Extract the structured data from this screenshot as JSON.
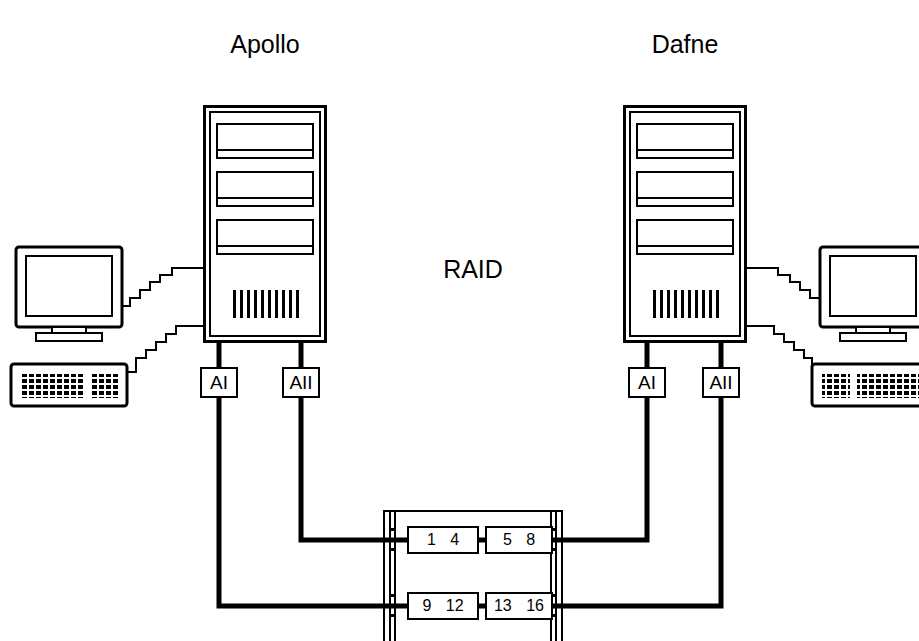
{
  "diagram": {
    "nodes": [
      {
        "text": [
          "Apollo"
        ]
      },
      {
        "text": [
          "AI"
        ]
      },
      {
        "text": [
          "AII"
        ]
      },
      {
        "text": [
          "Dafne"
        ]
      },
      {
        "text": [
          "AI"
        ]
      },
      {
        "text": [
          "AII"
        ]
      },
      {
        "text": [
          "RAID"
        ]
      },
      {
        "text": [
          "1 4"
        ],
        "in": 6
      },
      {
        "text": [
          "5 8"
        ],
        "in": 6
      },
      {
        "text": [
          "9 12"
        ],
        "in": 6
      },
      {
        "text": [
          "13 16"
        ],
        "in": 6
      }
    ],
    "edges": [
      {
        "from": 0,
        "to": 1,
        "arrow": "none"
      },
      {
        "from": 0,
        "to": 2,
        "arrow": "none"
      },
      {
        "from": 3,
        "to": 4,
        "arrow": "none"
      },
      {
        "from": 3,
        "to": 5,
        "arrow": "none"
      },
      {
        "from": 2,
        "to": 7,
        "arrow": "none"
      },
      {
        "from": 1,
        "to": 9,
        "arrow": "none"
      },
      {
        "from": 4,
        "to": 8,
        "arrow": "none"
      },
      {
        "from": 5,
        "to": 10,
        "arrow": "none"
      },
      {
        "from": 7,
        "to": 8,
        "arrow": "none"
      },
      {
        "from": 9,
        "to": 10,
        "arrow": "none"
      }
    ]
  }
}
